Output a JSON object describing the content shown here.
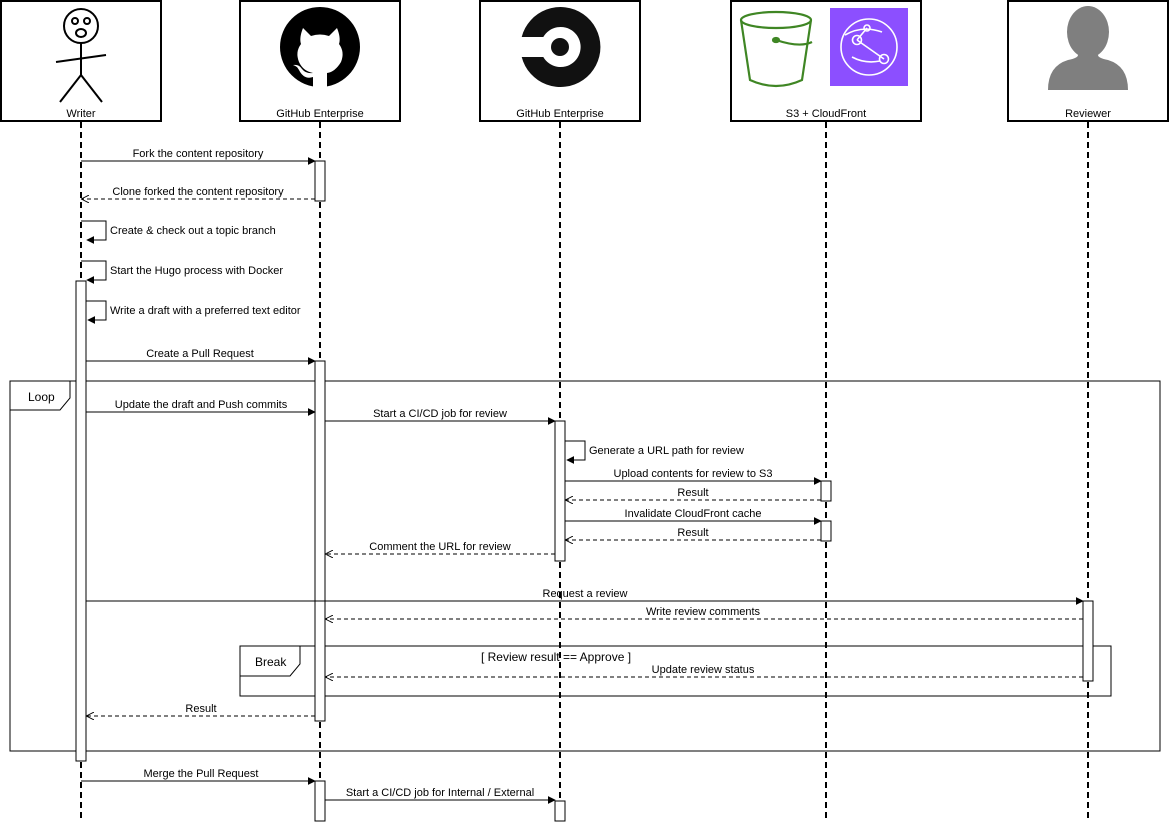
{
  "participants": {
    "writer": {
      "label": "Writer",
      "icon": "stick-figure-icon"
    },
    "github": {
      "label": "GitHub Enterprise",
      "icon": "github-icon"
    },
    "circleci": {
      "label": "GitHub Enterprise",
      "icon": "circleci-icon"
    },
    "aws": {
      "label": "S3 + CloudFront",
      "icons": [
        "s3-bucket-icon",
        "cloudfront-icon"
      ],
      "colors": {
        "s3": "#3f8624",
        "cloudfront": "#8c4fff"
      }
    },
    "reviewer": {
      "label": "Reviewer",
      "icon": "person-icon"
    }
  },
  "messages": {
    "fork": "Fork the content repository",
    "clone": "Clone forked the content repository",
    "branch": "Create & check out a topic branch",
    "hugo": "Start the Hugo process with Docker",
    "draft": "Write a draft with a preferred text editor",
    "pr": "Create a Pull Request",
    "push": "Update the draft and Push commits",
    "ci_review": "Start a CI/CD job for review",
    "url_path": "Generate a URL path for review",
    "upload": "Upload contents for review to S3",
    "result1": "Result",
    "invalidate": "Invalidate CloudFront cache",
    "result2": "Result",
    "comment_url": "Comment the URL for review",
    "request_review": "Request a review",
    "write_comments": "Write review comments",
    "update_status": "Update review status",
    "result3": "Result",
    "merge": "Merge the Pull Request",
    "ci_release": "Start a CI/CD job for Internal / External"
  },
  "fragments": {
    "loop": {
      "label": "Loop"
    },
    "break": {
      "label": "Break",
      "guard": "[ Review result == Approve ]"
    }
  }
}
